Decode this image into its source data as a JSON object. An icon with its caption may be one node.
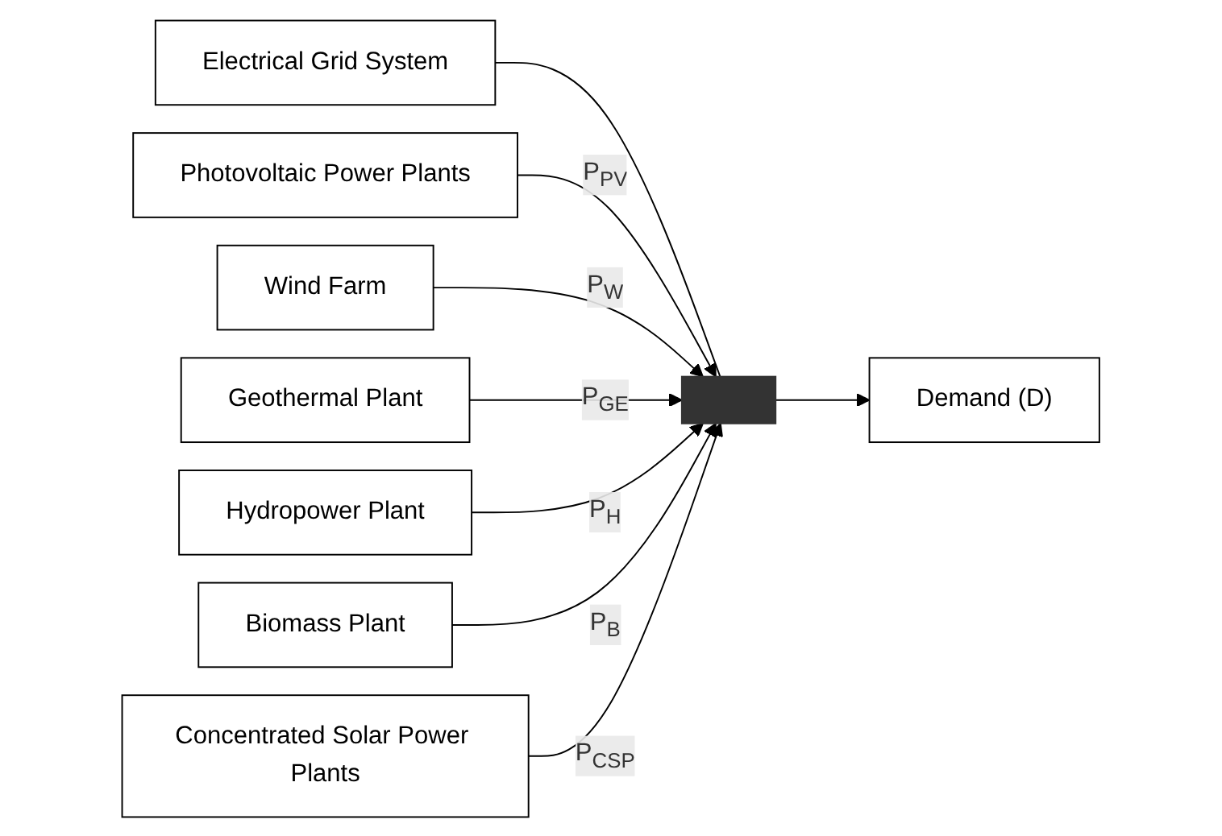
{
  "diagram": {
    "nodes": [
      {
        "text": [
          "Electrical Grid System"
        ]
      },
      {
        "text": [
          "Photovoltaic Power Plants"
        ]
      },
      {
        "text": [
          "Wind Farm"
        ]
      },
      {
        "text": [
          "Geothermal Plant"
        ]
      },
      {
        "text": [
          "Hydropower Plant"
        ]
      },
      {
        "text": [
          "Biomass Plant"
        ]
      },
      {
        "text": [
          "Concentrated Solar Power Plants"
        ]
      },
      {
        "text": [],
        "shape": "bar"
      },
      {
        "text": [
          "Demand (D)"
        ]
      }
    ],
    "edges": [
      {
        "from": 0,
        "to": 7,
        "arrow": "none"
      },
      {
        "from": 1,
        "to": 7,
        "arrow": "to",
        "label": "P$_{PV}$"
      },
      {
        "from": 2,
        "to": 7,
        "arrow": "to",
        "label": "P$_{W}$"
      },
      {
        "from": 3,
        "to": 7,
        "arrow": "to",
        "label": "P$_{GE}$"
      },
      {
        "from": 4,
        "to": 7,
        "arrow": "to",
        "label": "P$_{H}$"
      },
      {
        "from": 5,
        "to": 7,
        "arrow": "to",
        "label": "P$_{B}$"
      },
      {
        "from": 6,
        "to": 7,
        "arrow": "to",
        "label": "P$_{CSP}$"
      },
      {
        "from": 7,
        "to": 8,
        "arrow": "to"
      }
    ]
  }
}
